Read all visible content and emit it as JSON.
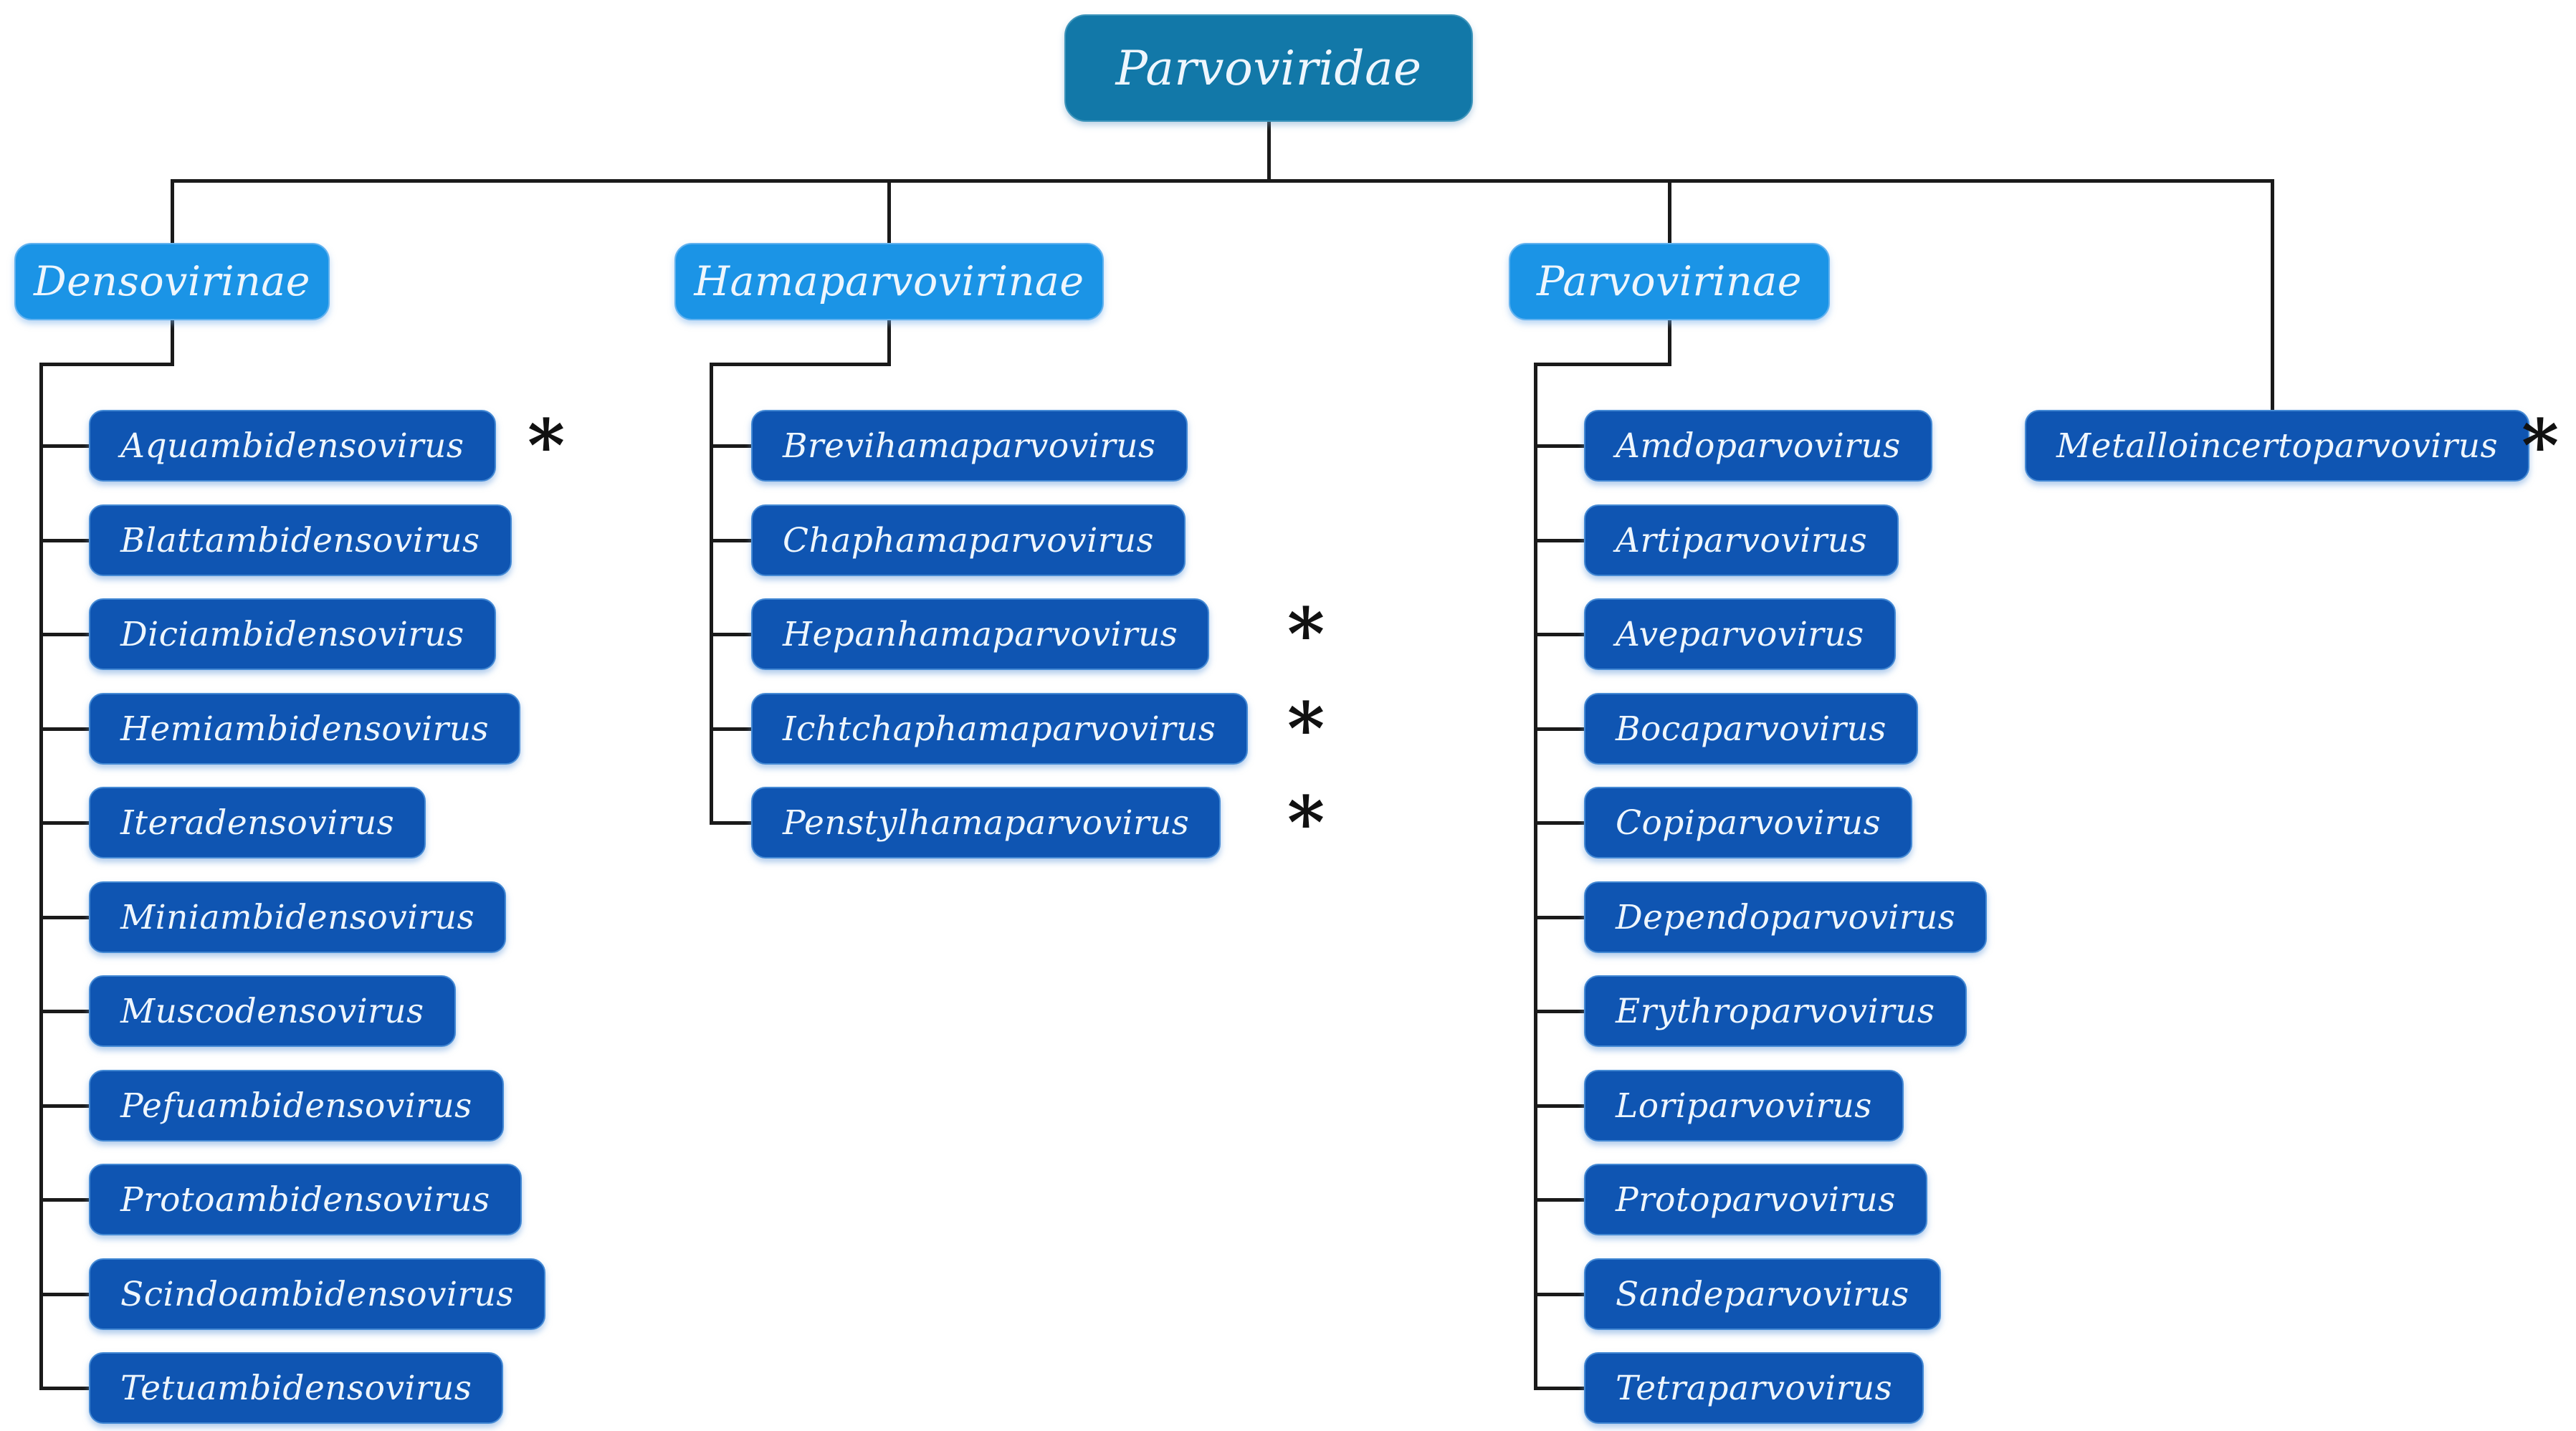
{
  "family": {
    "label": "Parvoviridae"
  },
  "subfamilies": [
    {
      "label": "Densovirinae",
      "genera": [
        {
          "name": "Aquambidensovirus",
          "novel": true
        },
        {
          "name": "Blattambidensovirus",
          "novel": false
        },
        {
          "name": "Diciambidensovirus",
          "novel": false
        },
        {
          "name": "Hemiambidensovirus",
          "novel": false
        },
        {
          "name": "Iteradensovirus",
          "novel": false
        },
        {
          "name": "Miniambidensovirus",
          "novel": false
        },
        {
          "name": "Muscodensovirus",
          "novel": false
        },
        {
          "name": "Pefuambidensovirus",
          "novel": false
        },
        {
          "name": "Protoambidensovirus",
          "novel": false
        },
        {
          "name": "Scindoambidensovirus",
          "novel": false
        },
        {
          "name": "Tetuambidensovirus",
          "novel": false
        }
      ]
    },
    {
      "label": "Hamaparvovirinae",
      "genera": [
        {
          "name": "Brevihamaparvovirus",
          "novel": false
        },
        {
          "name": "Chaphamaparvovirus",
          "novel": false
        },
        {
          "name": "Hepanhamaparvovirus",
          "novel": true
        },
        {
          "name": "Ichtchaphamaparvovirus",
          "novel": true
        },
        {
          "name": "Penstylhamaparvovirus",
          "novel": true
        }
      ]
    },
    {
      "label": "Parvovirinae",
      "genera": [
        {
          "name": "Amdoparvovirus",
          "novel": false
        },
        {
          "name": "Artiparvovirus",
          "novel": false
        },
        {
          "name": "Aveparvovirus",
          "novel": false
        },
        {
          "name": "Bocaparvovirus",
          "novel": false
        },
        {
          "name": "Copiparvovirus",
          "novel": false
        },
        {
          "name": "Dependoparvovirus",
          "novel": false
        },
        {
          "name": "Erythroparvovirus",
          "novel": false
        },
        {
          "name": "Loriparvovirus",
          "novel": false
        },
        {
          "name": "Protoparvovirus",
          "novel": false
        },
        {
          "name": "Sandeparvovirus",
          "novel": false
        },
        {
          "name": "Tetraparvovirus",
          "novel": false
        }
      ]
    }
  ],
  "unassigned_genus": {
    "name": "Metalloincertoparvovirus",
    "novel": true
  },
  "marker": {
    "symbol": "*"
  },
  "colors": {
    "family_box": "#1278a8",
    "subfamily_box": "#1b94e6",
    "genus_box": "#0f55b2",
    "connector": "#1a1a1a",
    "box_text": "#eef6fd",
    "marker": "#111111",
    "background": "#ffffff"
  }
}
